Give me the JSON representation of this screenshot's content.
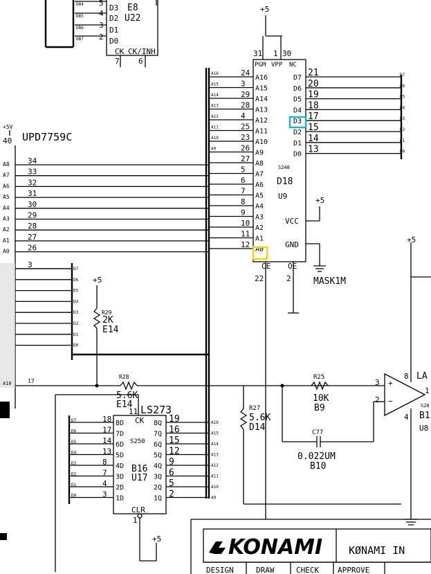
{
  "u22": {
    "ref": "E8",
    "part": "U22",
    "pins": [
      "5",
      "4",
      "3",
      "2",
      "7",
      "6"
    ],
    "labels": [
      "D3",
      "D2",
      "D1",
      "D0",
      "CK",
      "CK/INH"
    ],
    "nets": [
      "DB4",
      "DB5",
      "DB6",
      "DB7"
    ]
  },
  "d18": {
    "ref": "D18",
    "part": "U9",
    "code": "S248",
    "type": "MASK1M",
    "supply": "+5",
    "top_pins": [
      "31",
      "1",
      "30"
    ],
    "top_labels": [
      "PGM",
      "VPP",
      "NC"
    ],
    "addr_pins": [
      "24",
      "3",
      "29",
      "28",
      "4",
      "25",
      "23",
      "26",
      "27",
      "5",
      "6",
      "7",
      "8",
      "9",
      "10",
      "11",
      "12"
    ],
    "addr_labels": [
      "A16",
      "A15",
      "A14",
      "A13",
      "A12",
      "A11",
      "A10",
      "A9",
      "A8",
      "A7",
      "A6",
      "A5",
      "A4",
      "A3",
      "A2",
      "A1",
      "A0"
    ],
    "data_labels": [
      "D7",
      "D6",
      "D5",
      "D4",
      "D3",
      "D2",
      "D1",
      "D0"
    ],
    "data_pins": [
      "21",
      "20",
      "19",
      "18",
      "17",
      "15",
      "14",
      "13"
    ],
    "vcc": "VCC",
    "gnd": "GND",
    "ce": "CE",
    "oe": "OE",
    "ce_pin": "22",
    "oe_pin": "2"
  },
  "upd": {
    "pin": "40",
    "name": "UPD7759C",
    "vcc": "+5V",
    "pins": [
      "34",
      "33",
      "32",
      "31",
      "30",
      "29",
      "28",
      "27",
      "26"
    ],
    "labels": [
      "A8",
      "A7",
      "A6",
      "A5",
      "A4",
      "A3",
      "A2",
      "A1",
      "A0"
    ],
    "dpin": "3",
    "bottom": "A10",
    "bottom_pin": "17"
  },
  "bus_left": [
    "A16",
    "A15",
    "A14",
    "A13",
    "A12",
    "A11",
    "A10",
    "A9"
  ],
  "bus_right": [
    "D7",
    "D6",
    "D5",
    "D4",
    "D3",
    "D2",
    "D1",
    "D0"
  ],
  "bus_upd": [
    "D7",
    "D6",
    "D5",
    "D4",
    "D3",
    "D2",
    "D1",
    "D0"
  ],
  "r29": {
    "ref": "R29",
    "value": "2K",
    "loc": "E14",
    "supply": "+5"
  },
  "r28": {
    "ref": "R28",
    "value": "5.6K",
    "loc": "E14"
  },
  "ls273": {
    "name": "LS273",
    "code": "S250",
    "ref": "B16",
    "part": "U17",
    "ck": "CK",
    "clr": "CLR",
    "clr_pin": "1",
    "ck_pin": "11",
    "supply": "+5",
    "in_pins": [
      "18",
      "17",
      "14",
      "13",
      "8",
      "7",
      "4",
      "3"
    ],
    "in_labels": [
      "8D",
      "7D",
      "6D",
      "5D",
      "4D",
      "3D",
      "2D",
      "1D"
    ],
    "out_labels": [
      "8Q",
      "7Q",
      "6Q",
      "5Q",
      "4Q",
      "3Q",
      "2Q",
      "1Q"
    ],
    "out_pins": [
      "19",
      "16",
      "15",
      "12",
      "9",
      "6",
      "5",
      "2"
    ],
    "in_nets": [
      "D7",
      "D6",
      "D5",
      "D4",
      "D3",
      "D2",
      "D1",
      "D0"
    ],
    "out_nets": [
      "A16",
      "A15",
      "A14",
      "A13",
      "A12",
      "A11",
      "A10",
      "A9"
    ]
  },
  "r27": {
    "ref": "R27",
    "value": "5.6K",
    "loc": "D14"
  },
  "r25": {
    "ref": "R25",
    "value": "10K",
    "loc": "B9"
  },
  "c77": {
    "ref": "C77",
    "value": "0.022UM",
    "loc": "B10"
  },
  "opamp": {
    "label": "LA",
    "p3": "3",
    "p2": "2",
    "p8": "8",
    "p4": "4",
    "p1": "1",
    "ref": "B1",
    "part": "U8",
    "code": "S20",
    "supply": "+5"
  },
  "titleblock": {
    "company": "KONAMI",
    "company_text": "KØNAMI IN",
    "cells": [
      "DESIGN",
      "DRAW",
      "CHECK",
      "APPROVE"
    ]
  },
  "highlights": {
    "cyan": "#19b6c8",
    "yellow": "#f2d400"
  }
}
